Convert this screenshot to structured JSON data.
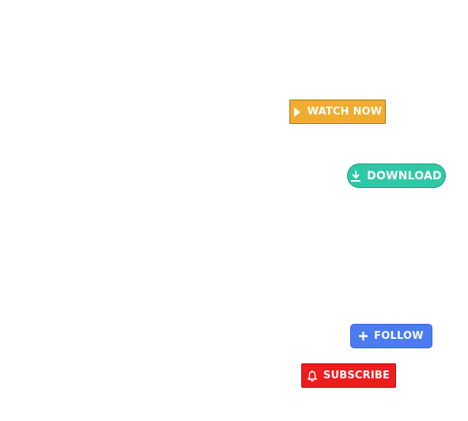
{
  "buttons": {
    "watch_now": {
      "label": "WATCH NOW",
      "icon": "play-icon",
      "color": "#f0ac2e"
    },
    "download": {
      "label": "DOWNLOAD",
      "icon": "download-icon",
      "color": "#2ec8a6"
    },
    "follow": {
      "label": "FOLLOW",
      "icon": "plus-icon",
      "color": "#4a7cf0"
    },
    "subscribe": {
      "label": "SUBSCRIBE",
      "icon": "bell-icon",
      "color": "#ee1c1c"
    }
  }
}
